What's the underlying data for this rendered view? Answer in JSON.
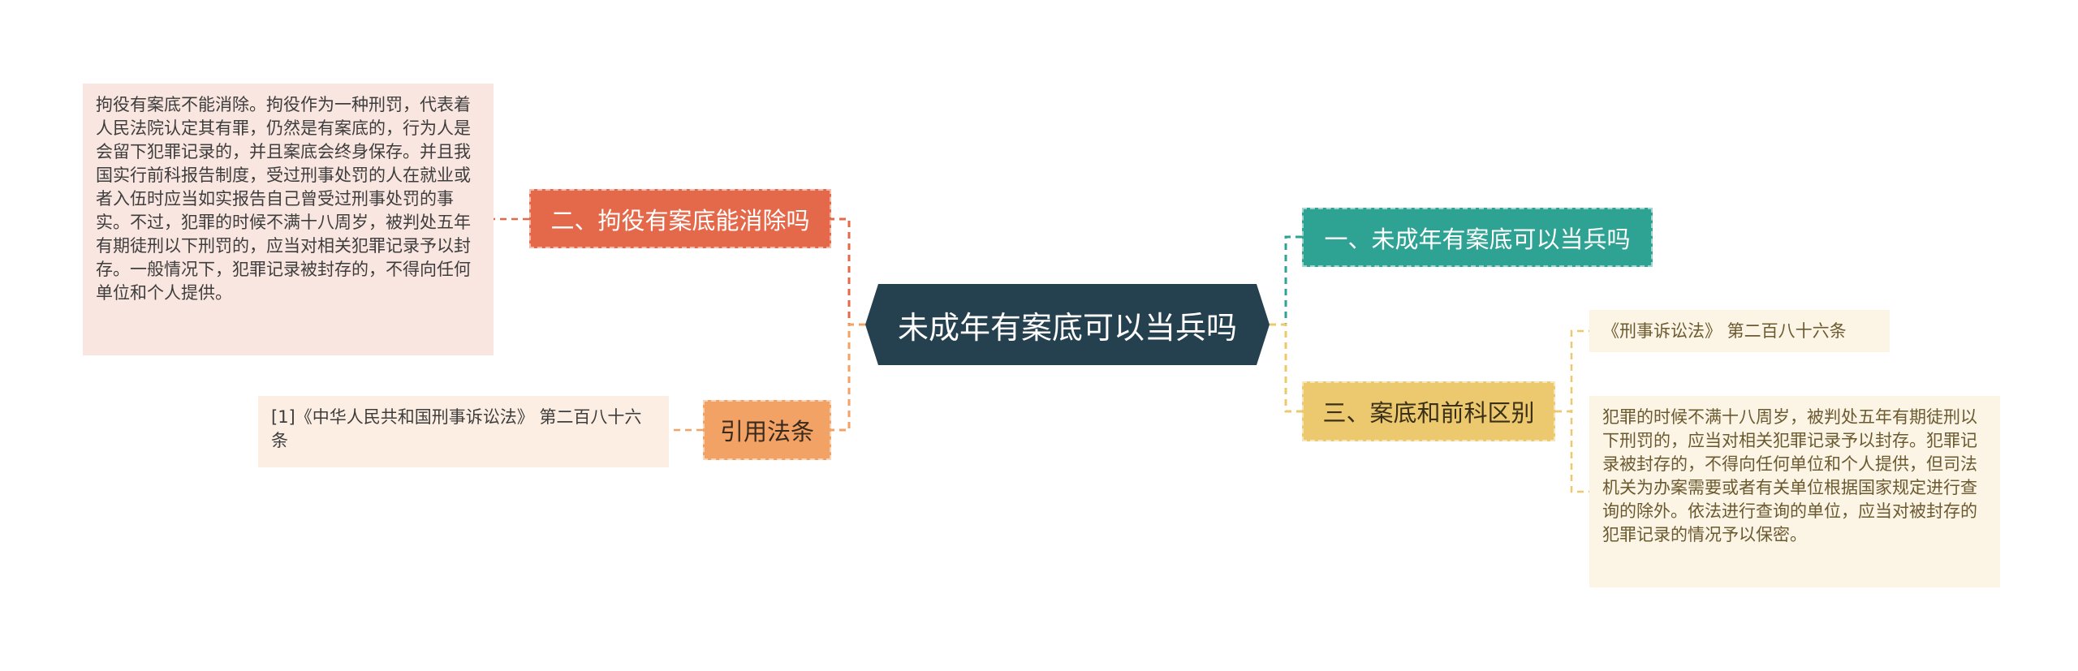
{
  "colors": {
    "root": "#25414f",
    "topic_left1": "#e4694a",
    "topic_left2": "#f3a266",
    "topic_right1": "#2fa393",
    "topic_right2": "#ecc86f",
    "leaf_pink": "#fae6e0",
    "leaf_peach": "#fdeee3",
    "leaf_cream": "#fcf5e5"
  },
  "root": {
    "title": "未成年有案底可以当兵吗"
  },
  "left": {
    "topic1": {
      "label": "二、拘役有案底能消除吗",
      "detail": "拘役有案底不能消除。拘役作为一种刑罚，代表着人民法院认定其有罪，仍然是有案底的，行为人是会留下犯罪记录的，并且案底会终身保存。并且我国实行前科报告制度，受过刑事处罚的人在就业或者入伍时应当如实报告自己曾受过刑事处罚的事实。不过，犯罪的时候不满十八周岁，被判处五年有期徒刑以下刑罚的，应当对相关犯罪记录予以封存。一般情况下，犯罪记录被封存的，不得向任何单位和个人提供。"
    },
    "topic2": {
      "label": "引用法条",
      "detail": "[1]《中华人民共和国刑事诉讼法》 第二百八十六条"
    }
  },
  "right": {
    "topic1": {
      "label": "一、未成年有案底可以当兵吗"
    },
    "topic2": {
      "label": "三、案底和前科区别",
      "detail1": "《刑事诉讼法》 第二百八十六条",
      "detail2": "犯罪的时候不满十八周岁，被判处五年有期徒刑以下刑罚的，应当对相关犯罪记录予以封存。犯罪记录被封存的，不得向任何单位和个人提供，但司法机关为办案需要或者有关单位根据国家规定进行查询的除外。依法进行查询的单位，应当对被封存的犯罪记录的情况予以保密。"
    }
  }
}
